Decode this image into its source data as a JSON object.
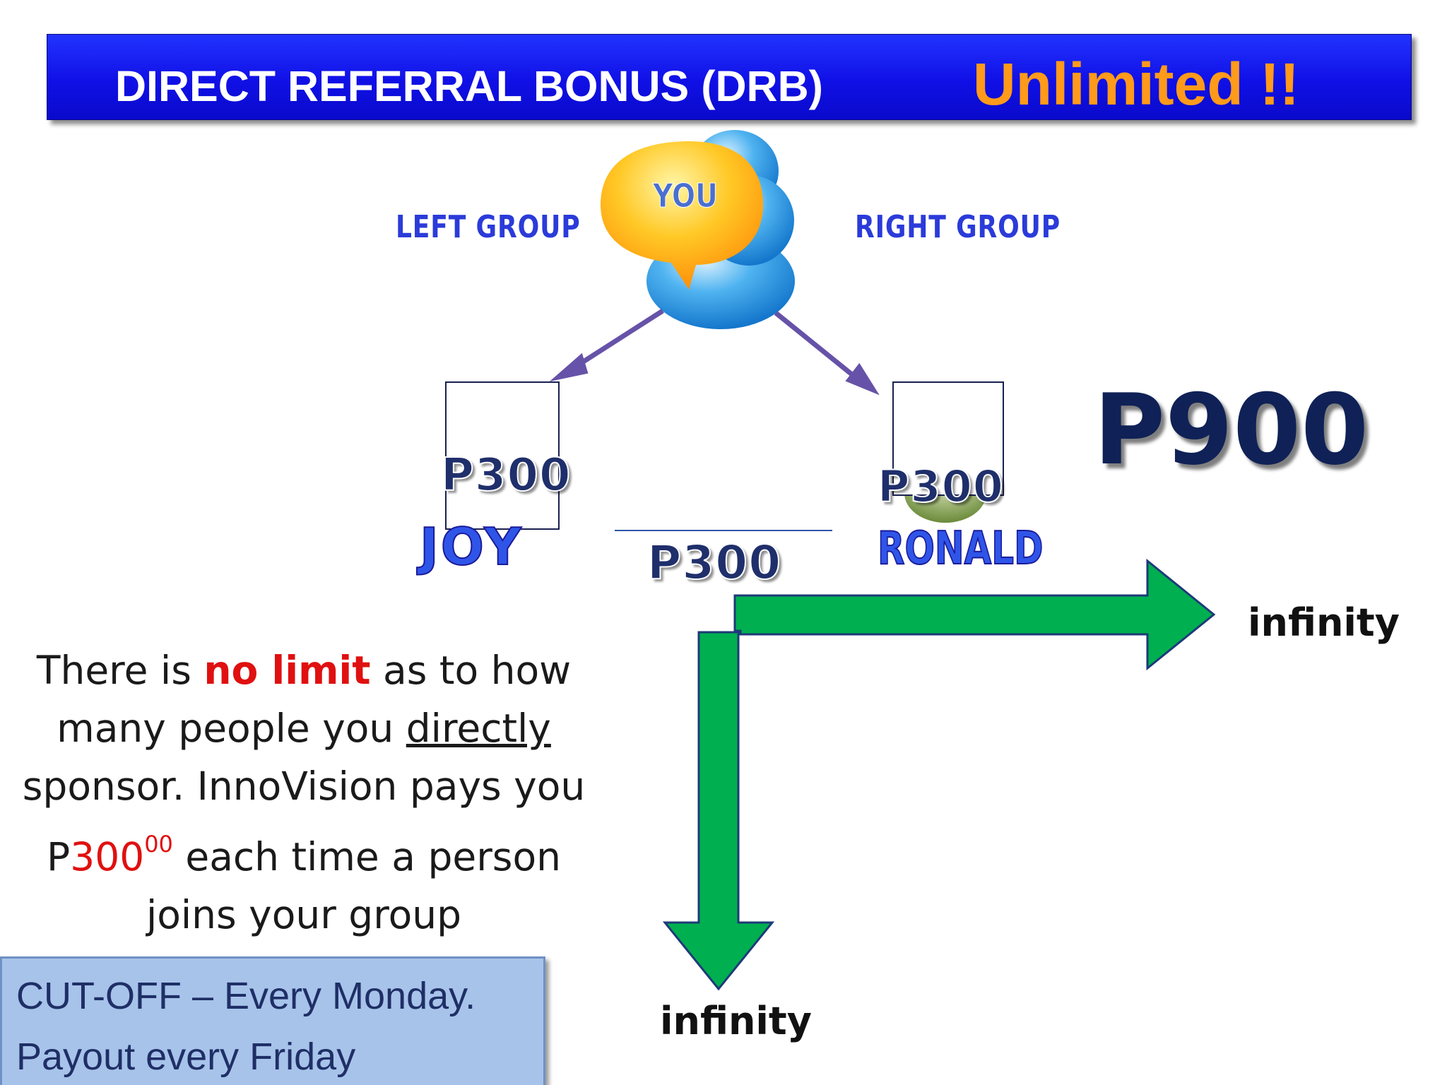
{
  "header": {
    "title": "DIRECT REFERRAL BONUS (DRB)",
    "accent": "Unlimited !!"
  },
  "diagram": {
    "center_label": "YOU",
    "left_group_label": "LEFT GROUP",
    "right_group_label": "RIGHT GROUP",
    "left_member": {
      "name": "JOY",
      "bonus": "P300"
    },
    "right_member": {
      "name": "RONALD",
      "bonus": "P300"
    },
    "middle_bonus": "P300",
    "total": "P900",
    "arrow_right_label": "infinity",
    "arrow_down_label": "infinity"
  },
  "paragraph": {
    "t1": "There is ",
    "t2": "no limit",
    "t3": " as to how many people you ",
    "t4": "directly",
    "t5": " sponsor. InnoVision pays you P",
    "t6": "300",
    "t7": "00",
    "t8": " each time a person joins your group"
  },
  "cutoff": {
    "line1": "CUT-OFF – Every Monday.",
    "line2": "Payout every Friday"
  },
  "colors": {
    "banner_blue": "#1010e6",
    "accent_orange": "#ff9a1a",
    "arrow_green": "#00b050",
    "highlight_red": "#e01010",
    "cutoff_box": "#a7c3ea"
  }
}
